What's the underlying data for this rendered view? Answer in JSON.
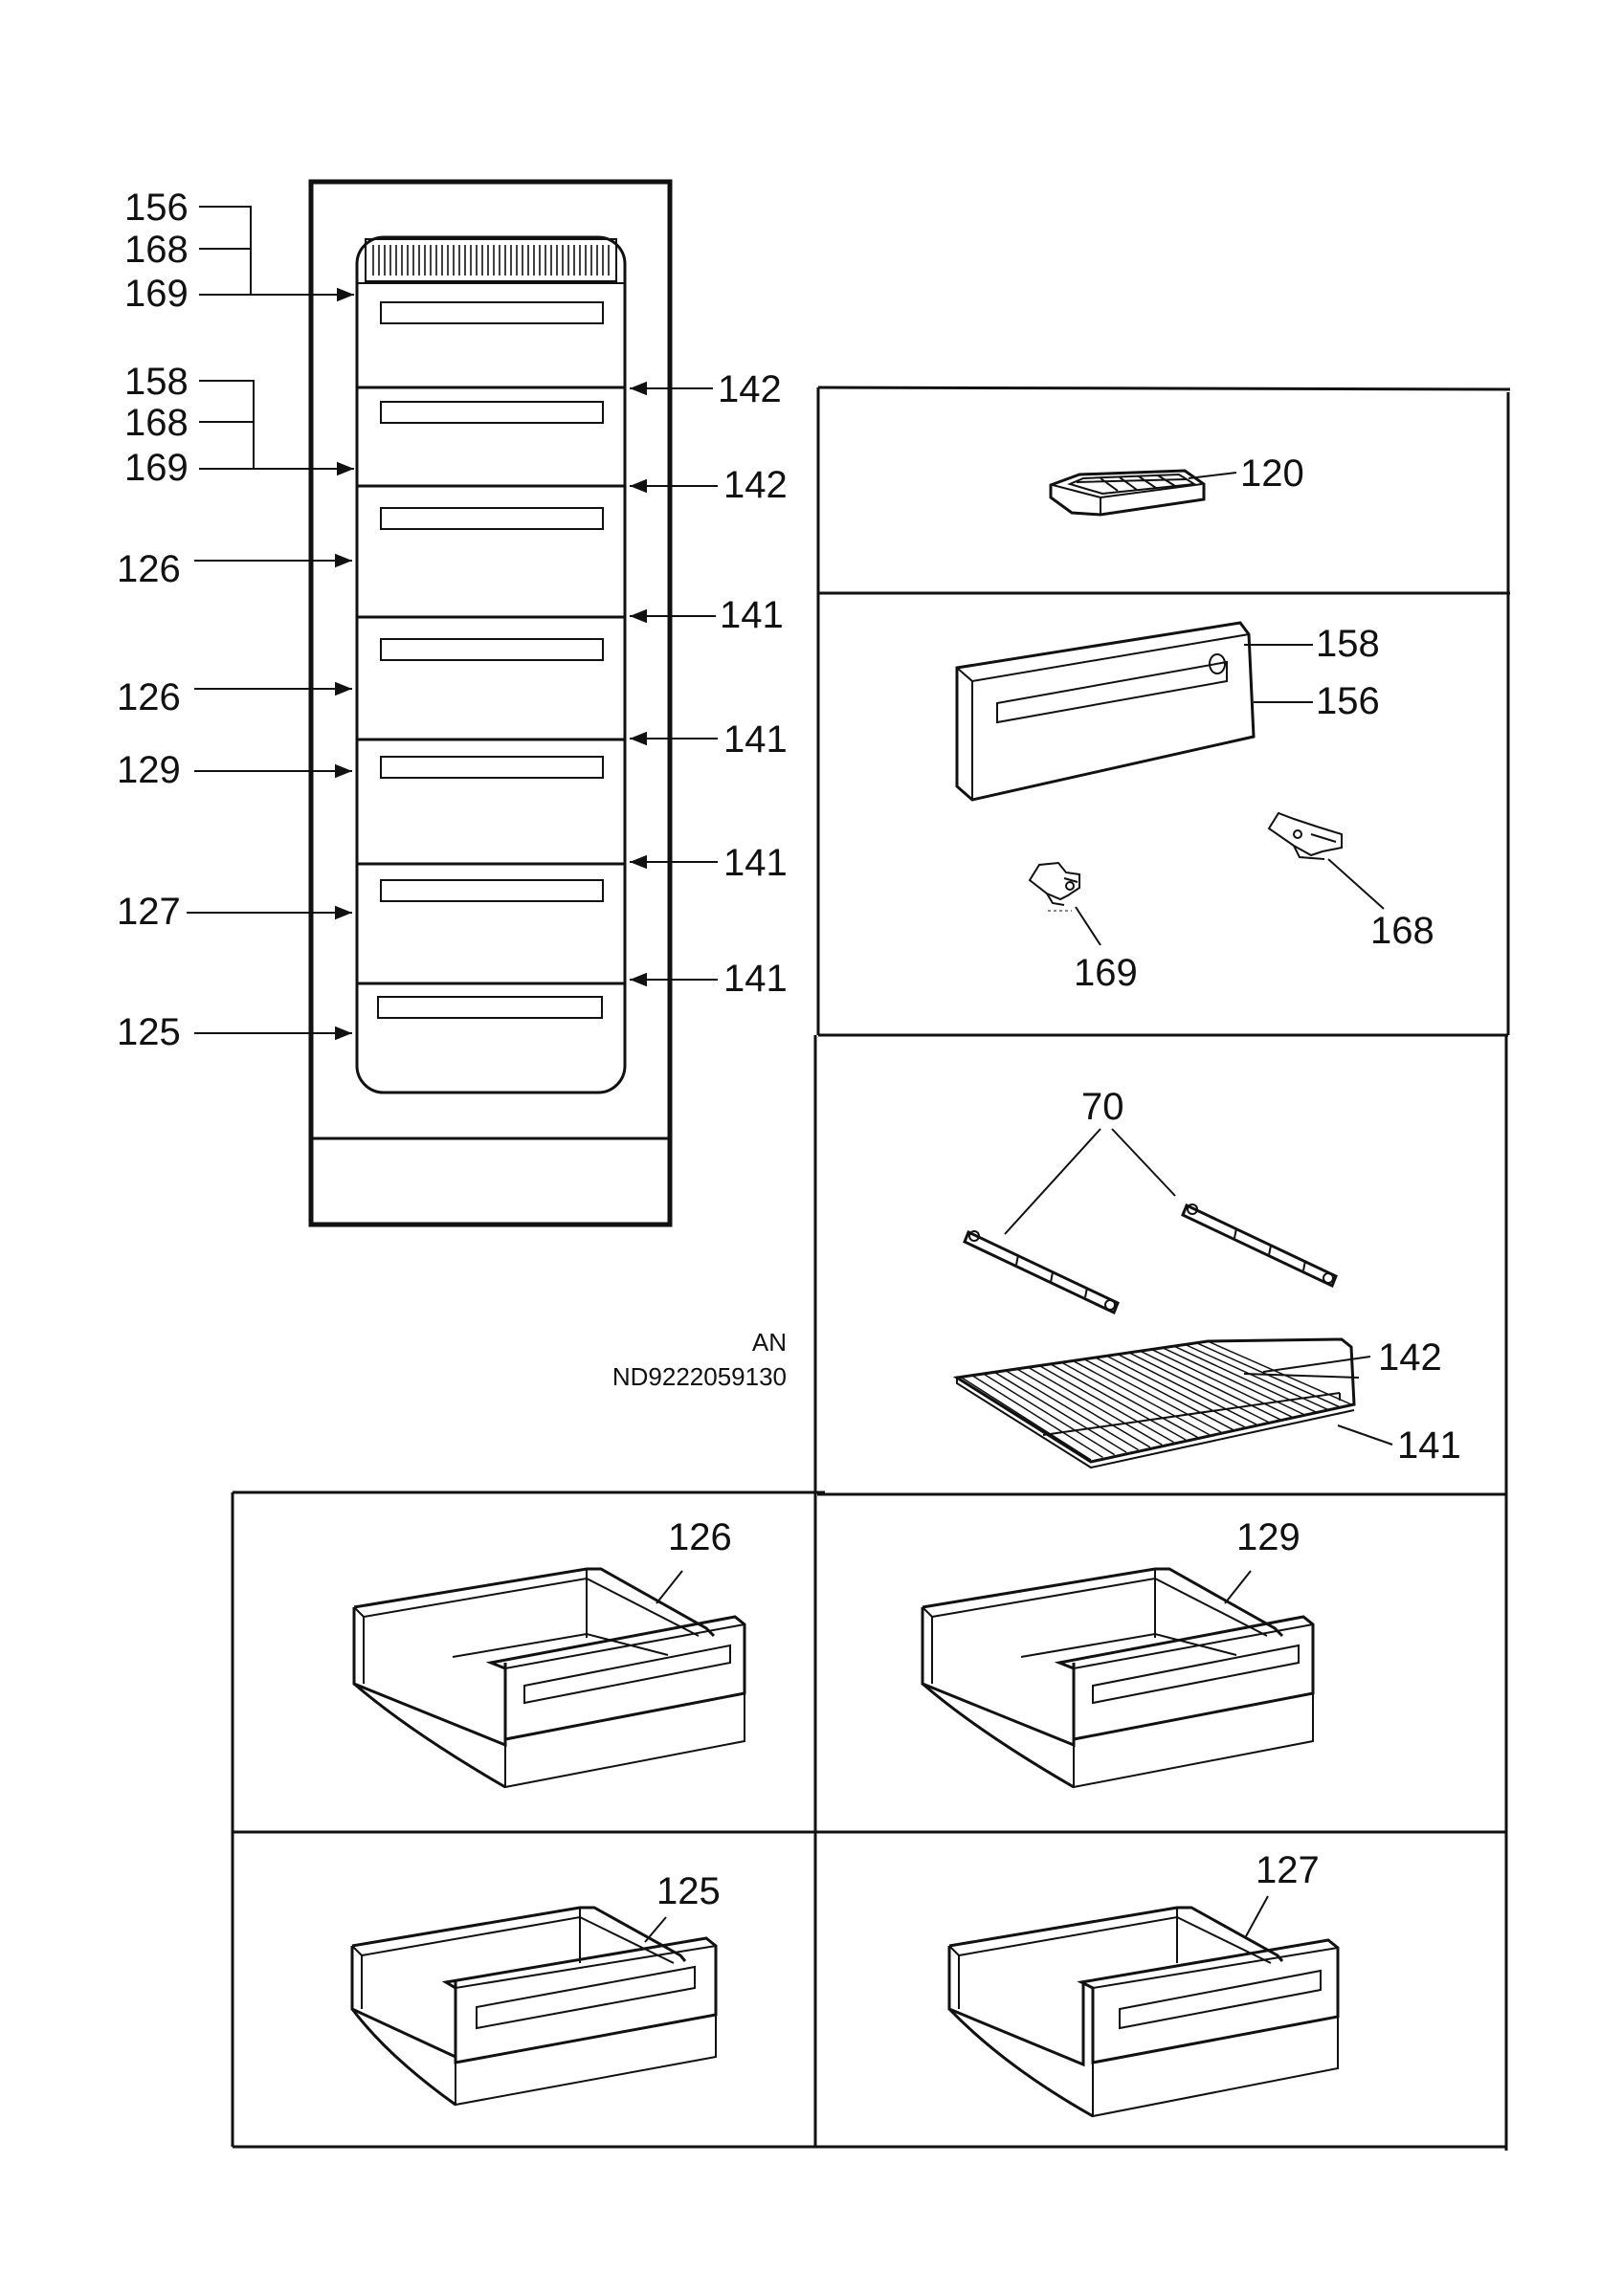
{
  "callouts": {
    "left": [
      "156",
      "168",
      "169",
      "158",
      "168",
      "169",
      "126",
      "126",
      "129",
      "127",
      "125"
    ],
    "right": [
      "142",
      "142",
      "141",
      "141",
      "141",
      "141"
    ]
  },
  "parts": {
    "ice_tray": "120",
    "flap_top": "158",
    "flap_front": "156",
    "hinge_left": "169",
    "hinge_right": "168",
    "runners": "70",
    "shelf_top": "142",
    "shelf_bottom": "141",
    "drawer_126": "126",
    "drawer_129": "129",
    "drawer_125": "125",
    "drawer_127": "127"
  },
  "reference": {
    "code": "AN",
    "number": "ND9222059130"
  },
  "icons": [
    "arrow-icon",
    "ice-tray-icon",
    "flap-icon",
    "hinge-icon",
    "runner-icon",
    "shelf-icon",
    "drawer-icon"
  ]
}
